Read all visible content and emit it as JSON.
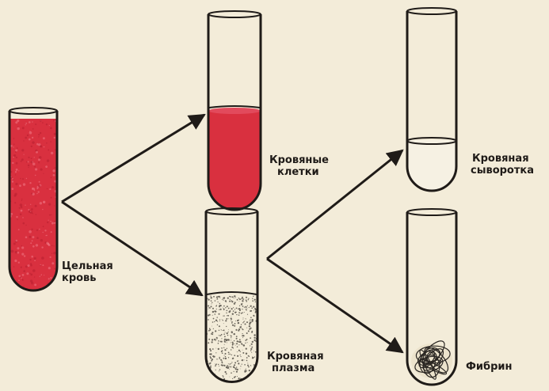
{
  "labels": {
    "whole_blood": [
      "Цельная",
      "кровь"
    ],
    "blood_cells": [
      "Кровяные",
      "клетки"
    ],
    "blood_plasma": [
      "Кровяная",
      "плазма"
    ],
    "blood_serum": [
      "Кровяная",
      "сыворотка"
    ],
    "fibrin": [
      "Фибрин"
    ]
  },
  "colors": {
    "background": "#f3ecd9",
    "outline": "#1f1b18",
    "blood": "#d9303f",
    "blood_light": "#e24a5c",
    "plasma_dots": "#6b665c",
    "serum": "#f6f1e3"
  }
}
